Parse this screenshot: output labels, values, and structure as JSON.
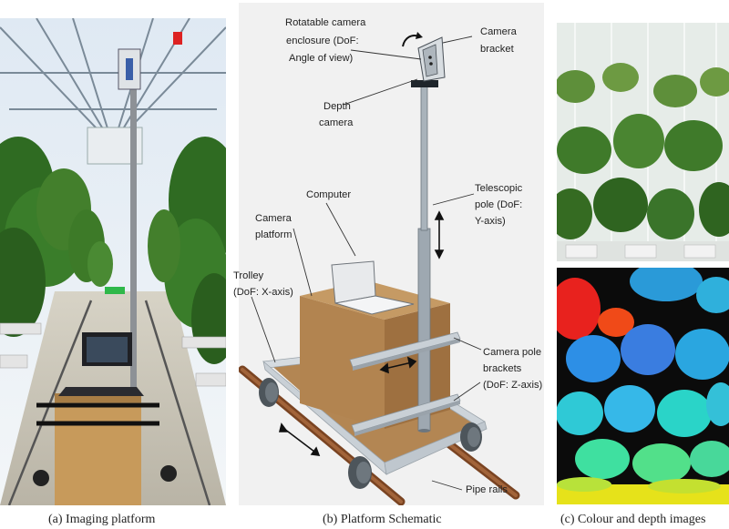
{
  "captions": {
    "a": "(a) Imaging platform",
    "b": "(b) Platform Schematic",
    "c": "(c) Colour and depth images"
  },
  "schematic_labels": {
    "rotatable_line1": "Rotatable camera",
    "rotatable_line2": "enclosure (DoF:",
    "rotatable_line3": "Angle of view)",
    "bracket_line1": "Camera",
    "bracket_line2": "bracket",
    "depth_line1": "Depth",
    "depth_line2": "camera",
    "telescopic_line1": "Telescopic",
    "telescopic_line2": "pole (DoF:",
    "telescopic_line3": "Y-axis)",
    "computer": "Computer",
    "platform_line1": "Camera",
    "platform_line2": "platform",
    "trolley_line1": "Trolley",
    "trolley_line2": "(DoF: X-axis)",
    "pole_brackets_line1": "Camera pole",
    "pole_brackets_line2": "brackets",
    "pole_brackets_line3": "(DoF: Z-axis)",
    "pipe_rails": "Pipe rails"
  },
  "colors": {
    "wood": "#b98955",
    "wood_dark": "#9a6d3e",
    "wood_side": "#a87a47",
    "rail": "#8a4e28",
    "metal": "#9aa4ad",
    "frame": "#c9d0d6",
    "foliage": "#3f7a2a",
    "depth_red": "#e8221e",
    "depth_blue": "#2d8fe6",
    "depth_cyan": "#2ad4c8",
    "depth_yellow": "#e6e21a"
  }
}
